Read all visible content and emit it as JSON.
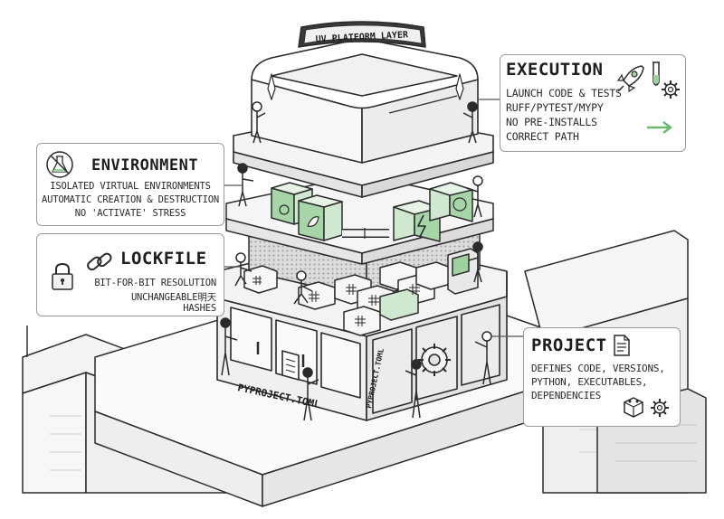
{
  "tower": {
    "banner": "UV PLATFORM LAYER",
    "front_label": "PYPROJECT.TOML",
    "side_label": "PYPROJECT.TOML"
  },
  "callouts": {
    "execution": {
      "title": "EXECUTION",
      "lines": [
        "LAUNCH CODE & TESTS",
        "RUFF/PYTEST/MYPY",
        "NO PRE-INSTALLS",
        "CORRECT PATH"
      ],
      "icons": [
        "rocket-icon",
        "test-tube-icon",
        "gear-icon",
        "arrow-right-icon"
      ]
    },
    "environment": {
      "title": "ENVIRONMENT",
      "lines": [
        "ISOLATED VIRTUAL ENVIRONMENTS",
        "AUTOMATIC CREATION & DESTRUCTION",
        "NO 'ACTIVATE' STRESS"
      ],
      "icons": [
        "no-flask-icon"
      ]
    },
    "lockfile": {
      "title": "LOCKFILE",
      "lines": [
        "BIT-FOR-BIT RESOLUTION",
        "UNCHANGEABLE明天",
        "HASHES"
      ],
      "icons": [
        "padlock-icon",
        "chain-link-icon"
      ]
    },
    "project": {
      "title": "PROJECT",
      "lines": [
        "DEFINES CODE, VERSIONS,",
        "PYTHON, EXECUTABLES,",
        "DEPENDENCIES"
      ],
      "icons": [
        "document-icon",
        "package-block-icon",
        "gear-icon"
      ]
    }
  },
  "colors": {
    "accent_green": "#7fbf7f",
    "light_green": "#cfe8cf",
    "outline": "#2b2b2b",
    "panel": "#f2f2f2"
  }
}
